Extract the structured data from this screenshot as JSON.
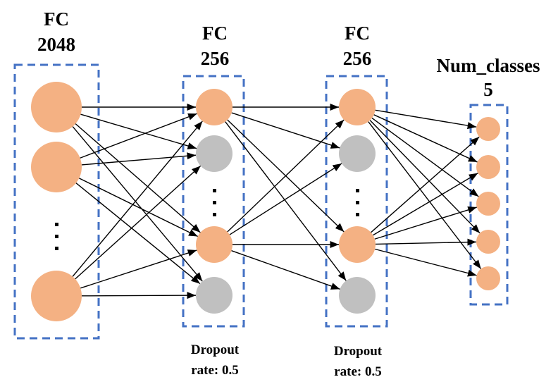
{
  "colors": {
    "active_node": "#f4b183",
    "dropped_node": "#c0c0c0",
    "box_border": "#4472c4",
    "edge": "#000000"
  },
  "layers": [
    {
      "id": "fc2048",
      "title_line1": "FC",
      "title_line2": "2048",
      "dropout_label_line1": "",
      "dropout_label_line2": ""
    },
    {
      "id": "fc256a",
      "title_line1": "FC",
      "title_line2": "256",
      "dropout_label_line1": "Dropout",
      "dropout_label_line2": "rate: 0.5"
    },
    {
      "id": "fc256b",
      "title_line1": "FC",
      "title_line2": "256",
      "dropout_label_line1": "Dropout",
      "dropout_label_line2": "rate: 0.5"
    },
    {
      "id": "output",
      "title_line1": "Num_classes",
      "title_line2": "5",
      "dropout_label_line1": "",
      "dropout_label_line2": ""
    }
  ]
}
